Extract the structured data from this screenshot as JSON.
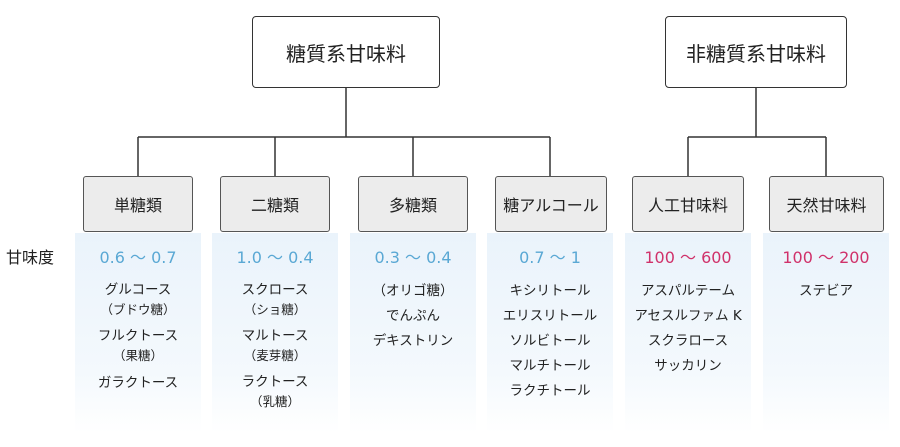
{
  "groups": {
    "saccharide": {
      "label": "糖質系甘味料"
    },
    "non_saccharide": {
      "label": "非糖質系甘味料"
    }
  },
  "row_label": "甘味度",
  "categories": [
    {
      "label": "単糖類",
      "sweetness": "0.6 ～ 0.7",
      "items": [
        {
          "name": "グルコース",
          "note": "（ブドウ糖）"
        },
        {
          "name": "フルクトース",
          "note": "（果糖）"
        },
        {
          "name": "ガラクトース"
        }
      ]
    },
    {
      "label": "二糖類",
      "sweetness": "1.0 ～ 0.4",
      "items": [
        {
          "name": "スクロース",
          "note": "（ショ糖）"
        },
        {
          "name": "マルトース",
          "note": "（麦芽糖）"
        },
        {
          "name": "ラクトース",
          "note": "（乳糖）"
        }
      ]
    },
    {
      "label": "多糖類",
      "sweetness": "0.3 ～ 0.4",
      "items": [
        {
          "name": "（オリゴ糖）"
        },
        {
          "name": "でんぷん"
        },
        {
          "name": "デキストリン"
        }
      ]
    },
    {
      "label": "糖アルコール",
      "sweetness": "0.7 ～ 1",
      "items": [
        {
          "name": "キシリトール"
        },
        {
          "name": "エリスリトール"
        },
        {
          "name": "ソルビトール"
        },
        {
          "name": "マルチトール"
        },
        {
          "name": "ラクチトール"
        }
      ]
    },
    {
      "label": "人工甘味料",
      "sweetness": "100 ～ 600",
      "items": [
        {
          "name": "アスパルテーム"
        },
        {
          "name": "アセスルファム K"
        },
        {
          "name": "スクラロース"
        },
        {
          "name": "サッカリン"
        }
      ]
    },
    {
      "label": "天然甘味料",
      "sweetness": "100 ～ 200",
      "items": [
        {
          "name": "ステビア"
        }
      ]
    }
  ],
  "colors": {
    "sweetness_low": "#5aa8d4",
    "sweetness_high": "#d0316a",
    "column_bg": "#eaf3fb",
    "category_bg": "#ececec"
  }
}
